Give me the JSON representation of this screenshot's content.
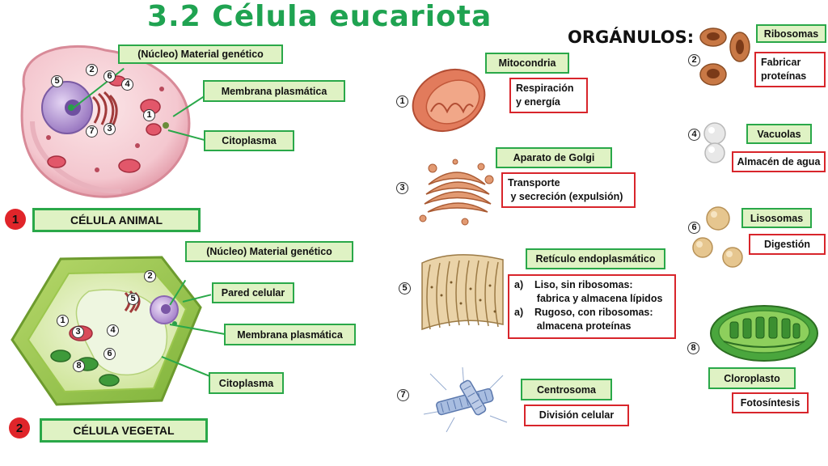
{
  "title": "3.2 Célula eucariota",
  "organulos_title": "ORGÁNULOS:",
  "animal": {
    "labels": {
      "nucleo": "(Núcleo) Material genético",
      "membrana": "Membrana plasmática",
      "citoplasma": "Citoplasma"
    },
    "name": "CÉLULA ANIMAL",
    "number": "1",
    "markers": [
      "2",
      "6",
      "5",
      "4",
      "1",
      "7",
      "3"
    ]
  },
  "vegetal": {
    "labels": {
      "nucleo": "(Núcleo) Material genético",
      "pared": "Pared celular",
      "membrana": "Membrana plasmática",
      "citoplasma": "Citoplasma"
    },
    "name": "CÉLULA VEGETAL",
    "number": "2",
    "markers": [
      "2",
      "5",
      "1",
      "3",
      "4",
      "6",
      "8"
    ]
  },
  "organelles": [
    {
      "number": "1",
      "name": "Mitocondria",
      "function": [
        "Respiración",
        "y energía"
      ]
    },
    {
      "number": "2",
      "name": "Ribosomas",
      "function": [
        "Fabricar",
        "proteínas"
      ]
    },
    {
      "number": "3",
      "name": "Aparato de Golgi",
      "function": [
        "Transporte",
        " y secreción (expulsión)"
      ]
    },
    {
      "number": "4",
      "name": "Vacuolas",
      "function": [
        "Almacén de agua"
      ]
    },
    {
      "number": "5",
      "name": "Retículo endoplasmático",
      "function": [
        "a)    Liso, sin ribosomas:",
        "        fabrica y almacena lípidos",
        "a)    Rugoso, con ribosomas:",
        "        almacena proteínas"
      ]
    },
    {
      "number": "6",
      "name": "Lisosomas",
      "function": [
        "Digestión"
      ]
    },
    {
      "number": "7",
      "name": "Centrosoma",
      "function": [
        "División celular"
      ]
    },
    {
      "number": "8",
      "name": "Cloroplasto",
      "function": [
        "Fotosíntesis"
      ]
    }
  ],
  "colors": {
    "green_border": "#2aa849",
    "green_fill": "#dff2c4",
    "red_border": "#d8252b",
    "title": "#1fa351"
  }
}
